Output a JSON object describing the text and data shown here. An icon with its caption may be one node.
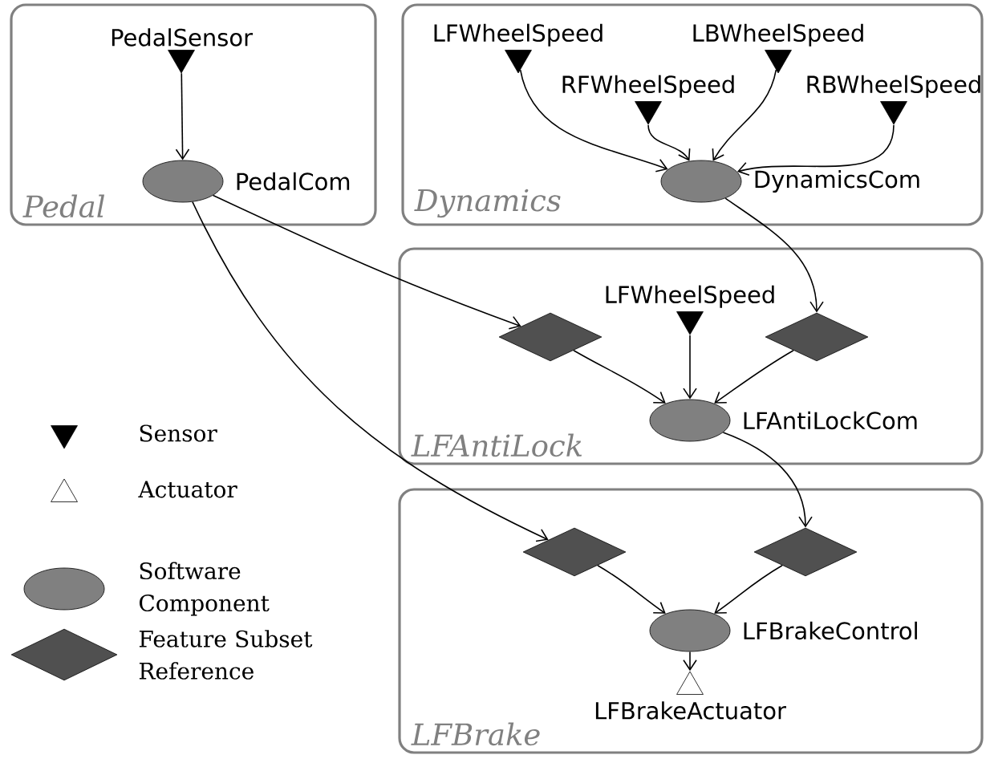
{
  "diagram": {
    "nodes": [
      {
        "text": [
          "Pedal"
        ]
      },
      {
        "text": [
          "Dynamics"
        ]
      },
      {
        "text": [
          "LFAntiLock"
        ]
      },
      {
        "text": [
          "LFBrake"
        ]
      },
      {
        "text": [
          "PedalSensor"
        ],
        "in": 0
      },
      {
        "text": [
          "PedalCom"
        ],
        "in": 0
      },
      {
        "text": [
          "LFWheelSpeed"
        ],
        "in": 1
      },
      {
        "text": [
          "RFWheelSpeed"
        ],
        "in": 1
      },
      {
        "text": [
          "LBWheelSpeed"
        ],
        "in": 1
      },
      {
        "text": [
          "RBWheelSpeed"
        ],
        "in": 1
      },
      {
        "text": [
          "DynamicsCom"
        ],
        "in": 1
      },
      {
        "text": [],
        "shape": "diamond",
        "in": 2
      },
      {
        "text": [
          "LFWheelSpeed"
        ],
        "in": 2
      },
      {
        "text": [],
        "shape": "diamond",
        "in": 2
      },
      {
        "text": [
          "LFAntiLockCom"
        ],
        "in": 2
      },
      {
        "text": [],
        "shape": "diamond",
        "in": 3
      },
      {
        "text": [],
        "shape": "diamond",
        "in": 3
      },
      {
        "text": [
          "LFBrakeControl"
        ],
        "in": 3
      },
      {
        "text": [
          "LFBrakeActuator"
        ],
        "in": 3
      }
    ],
    "edges": [
      {
        "from": 4,
        "to": 5,
        "arrow": "to"
      },
      {
        "from": 6,
        "to": 10,
        "arrow": "to"
      },
      {
        "from": 7,
        "to": 10,
        "arrow": "to"
      },
      {
        "from": 8,
        "to": 10,
        "arrow": "to"
      },
      {
        "from": 9,
        "to": 10,
        "arrow": "to"
      },
      {
        "from": 5,
        "to": 11,
        "arrow": "to"
      },
      {
        "from": 10,
        "to": 13,
        "arrow": "to"
      },
      {
        "from": 11,
        "to": 14,
        "arrow": "to"
      },
      {
        "from": 12,
        "to": 14,
        "arrow": "to"
      },
      {
        "from": 13,
        "to": 14,
        "arrow": "to"
      },
      {
        "from": 5,
        "to": 15,
        "arrow": "to"
      },
      {
        "from": 14,
        "to": 16,
        "arrow": "to"
      },
      {
        "from": 15,
        "to": 17,
        "arrow": "to"
      },
      {
        "from": 16,
        "to": 17,
        "arrow": "to"
      },
      {
        "from": 17,
        "to": 18,
        "arrow": "to"
      }
    ],
    "legend": [
      {
        "text": "Sensor"
      },
      {
        "text": "Actuator"
      },
      {
        "text": "Software Component"
      },
      {
        "text": "Feature Subset Reference"
      }
    ]
  }
}
